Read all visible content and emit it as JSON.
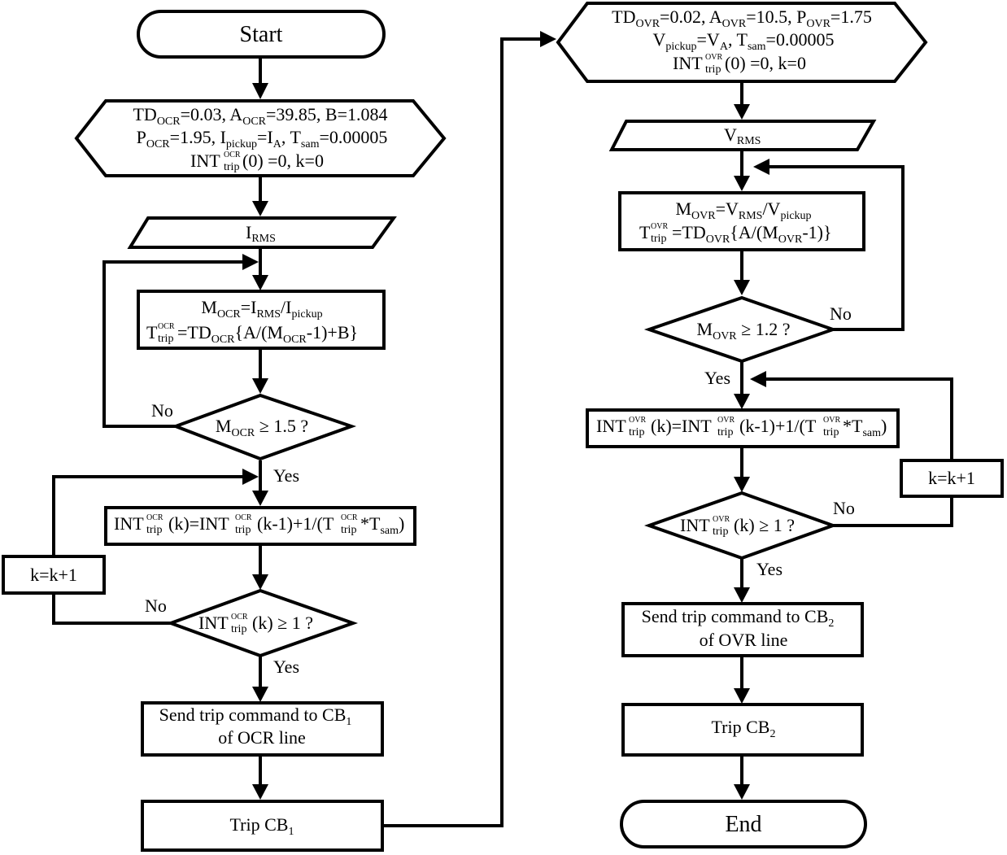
{
  "left": {
    "start": "Start",
    "init": {
      "line1": {
        "a": "TD",
        "a_sub": "OCR",
        "b": "=0.03, A",
        "b_sub": "OCR",
        "c": "=39.85, B=1.084"
      },
      "line2": {
        "a": "P",
        "a_sub": "OCR",
        "b": "=1.95, I",
        "b_sub": "pickup",
        "c": "=I",
        "c_sub": "A",
        "d": ", T",
        "d_sub": "sam",
        "e": "=0.00005"
      },
      "line3": {
        "a": "INT",
        "a_sup": "OCR",
        "a_sub": "trip",
        "b": "(0) =0, k=0"
      }
    },
    "input": {
      "a": "I",
      "a_sub": "RMS"
    },
    "calc": {
      "line1": {
        "a": "M",
        "a_sub": "OCR",
        "b": "=I",
        "b_sub": "RMS",
        "c": "/I",
        "c_sub": "pickup"
      },
      "line2": {
        "a": "T",
        "a_sup": "OCR",
        "a_sub": "trip",
        "b": "=TD",
        "b_sub": "OCR",
        "c": "{A/(M",
        "c_sub": "OCR",
        "d": "-1)+B}"
      }
    },
    "decision1": {
      "a": "M",
      "a_sub": "OCR",
      "b": " ≥ 1.5 ?"
    },
    "no1": "No",
    "yes1": "Yes",
    "integ": {
      "a": "INT",
      "a_sup": "OCR",
      "a_sub": "trip",
      "b": "(k)=INT",
      "b_sup": "OCR",
      "b_sub": "trip",
      "c": "(k-1)+1/(T",
      "c_sup": "OCR",
      "c_sub": "trip",
      "d": "*T",
      "d_sub": "sam",
      "e": ")"
    },
    "kinc": "k=k+1",
    "decision2": {
      "a": "INT",
      "a_sup": "OCR",
      "a_sub": "trip",
      "b": "(k) ≥ 1 ?"
    },
    "no2": "No",
    "yes2": "Yes",
    "send": {
      "line1": "Send trip command to CB",
      "line1_sub": "1",
      "line2": "of OCR line"
    },
    "trip": {
      "a": "Trip CB",
      "a_sub": "1"
    }
  },
  "right": {
    "init": {
      "line1": {
        "a": "TD",
        "a_sub": "OVR",
        "b": "=0.02, A",
        "b_sub": "OVR",
        "c": "=10.5, P",
        "c_sub": "OVR",
        "d": "=1.75"
      },
      "line2": {
        "a": "V",
        "a_sub": "pickup",
        "b": "=V",
        "b_sub": "A",
        "c": ", T",
        "c_sub": "sam",
        "d": "=0.00005"
      },
      "line3": {
        "a": "INT",
        "a_sup": "OVR",
        "a_sub": "trip",
        "b": "(0) =0, k=0"
      }
    },
    "input": {
      "a": "V",
      "a_sub": "RMS"
    },
    "calc": {
      "line1": {
        "a": "M",
        "a_sub": "OVR",
        "b": "=V",
        "b_sub": "RMS",
        "c": "/V",
        "c_sub": "pickup"
      },
      "line2": {
        "a": "T",
        "a_sup": "OVR",
        "a_sub": "trip",
        "b": "=TD",
        "b_sub": "OVR",
        "c": "{A/(M",
        "c_sub": "OVR",
        "d": "-1)}"
      }
    },
    "decision1": {
      "a": "M",
      "a_sub": "OVR",
      "b": " ≥ 1.2 ?"
    },
    "no1": "No",
    "yes1": "Yes",
    "integ": {
      "a": "INT",
      "a_sup": "OVR",
      "a_sub": "trip",
      "b": "(k)=INT",
      "b_sup": "OVR",
      "b_sub": "trip",
      "c": "(k-1)+1/(T",
      "c_sup": "OVR",
      "c_sub": "trip",
      "d": "*T",
      "d_sub": "sam",
      "e": ")"
    },
    "kinc": "k=k+1",
    "decision2": {
      "a": "INT",
      "a_sup": "OVR",
      "a_sub": "trip",
      "b": "(k) ≥ 1 ?"
    },
    "no2": "No",
    "yes2": "Yes",
    "send": {
      "line1": "Send trip command to CB",
      "line1_sub": "2",
      "line2": "of OVR line"
    },
    "trip": {
      "a": "Trip CB",
      "a_sub": "2"
    },
    "end": "End"
  }
}
